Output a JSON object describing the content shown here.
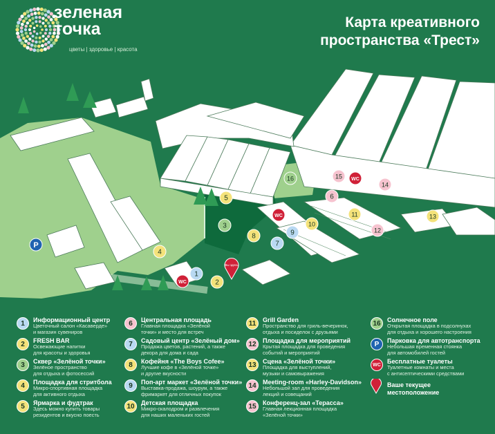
{
  "brand": {
    "name": "зеленая\nточка",
    "tagline": "цветы | здоровье | красота"
  },
  "map_title": "Карта креативного\nпространства «Трест»",
  "map_markers": {
    "1": "1",
    "2": "2",
    "3": "3",
    "4": "4",
    "5": "5",
    "6": "6",
    "7": "7",
    "8": "8",
    "9": "9",
    "10": "10",
    "11": "11",
    "12": "12",
    "13": "13",
    "14": "14",
    "15": "15",
    "16": "16",
    "parking": "P",
    "wc": "WC",
    "you_are_here": "Вы здесь"
  },
  "colors": {
    "background": "#1f7a4d",
    "lawn": "#9fd08d",
    "dark_lawn": "#0e6a3c",
    "building": "#ffffff",
    "accent_red": "#d02138",
    "parking_blue": "#1f63b0"
  },
  "legend": [
    {
      "num": "1",
      "title": "Информационный центр",
      "desc": "Цветочный салон «Касаверде»\nи магазин сувениров",
      "color": "#b9d9f2"
    },
    {
      "num": "2",
      "title": "FRESH BAR",
      "desc": "Освежающие напитки\nдля красоты и здоровья",
      "color": "#f4e27a"
    },
    {
      "num": "3",
      "title": "Сквер «Зелёной точки»",
      "desc": "Зелёное пространство\nдля отдыха и фотосессий",
      "color": "#9fd08d"
    },
    {
      "num": "4",
      "title": "Площадка для стритбола",
      "desc": "Микро-спортивная площадка\nдля активного отдыха",
      "color": "#f4e27a"
    },
    {
      "num": "5",
      "title": "Ярмарка и фудтрак",
      "desc": "Здесь можно купить товары\nрезидентов и вкусно поесть",
      "color": "#f4e27a"
    },
    {
      "num": "6",
      "title": "Центральная площадь",
      "desc": "Главная площадка «Зелёной\nточки» и место для встреч",
      "color": "#f6c3cf"
    },
    {
      "num": "7",
      "title": "Садовый центр «Зелёный дом»",
      "desc": "Продажа цветов, растений, а также\nдекора для дома и сада",
      "color": "#b9d9f2"
    },
    {
      "num": "8",
      "title": "Кофейня «The Boys Cofee»",
      "desc": "Лучшие кофе в «Зелёной точке»\nи другие вкусности",
      "color": "#f4e27a"
    },
    {
      "num": "9",
      "title": "Поп-арт маркет «Зелёной точки»",
      "desc": "Выставка-продажа, шоурум, а также\nфримаркет для отличных покупок",
      "color": "#b9d9f2"
    },
    {
      "num": "10",
      "title": "Детская площадка",
      "desc": "Микро-скалодром и развлечения\nдля наших маленьких гостей",
      "color": "#f4e27a"
    },
    {
      "num": "11",
      "title": "Grill Garden",
      "desc": "Пространство для гриль-вечеринок,\nотдыха и посиделок с друзьями",
      "color": "#f4e27a"
    },
    {
      "num": "12",
      "title": "Площадка для мероприятий",
      "desc": "Крытая площадка для проведения\nсобытий и мероприятий",
      "color": "#f6c3cf"
    },
    {
      "num": "13",
      "title": "Сцена «Зелёной точки»",
      "desc": "Площадка для выступлений,\nмузыки и самовыражения",
      "color": "#f4e27a"
    },
    {
      "num": "14",
      "title": "Meeting-room «Harley-Davidson»",
      "desc": "Небольшой зал для проведения\nлекций и совещаний",
      "color": "#f6c3cf"
    },
    {
      "num": "15",
      "title": "Конференц-зал «Терасса»",
      "desc": "Главная лекционная площадка\n«Зелёной точки»",
      "color": "#f6c3cf"
    },
    {
      "num": "16",
      "title": "Солнечное поле",
      "desc": "Открытая площадка в подсолнухах\nдля отдыха и хорошего настроения",
      "color": "#9fd08d"
    },
    {
      "num": "P",
      "title": "Парковка для автотранспорта",
      "desc": "Небольшая временная стоянка\nдля автомобилей гостей",
      "color": "#1f63b0"
    },
    {
      "num": "WC",
      "title": "Бесплатные туалеты",
      "desc": "Туалетные комнаты и места\nс антисептическими средствами",
      "color": "#d02138"
    },
    {
      "num": "pin",
      "title": "Ваше текущее\nместоположение",
      "desc": "",
      "color": "#d02138"
    }
  ]
}
